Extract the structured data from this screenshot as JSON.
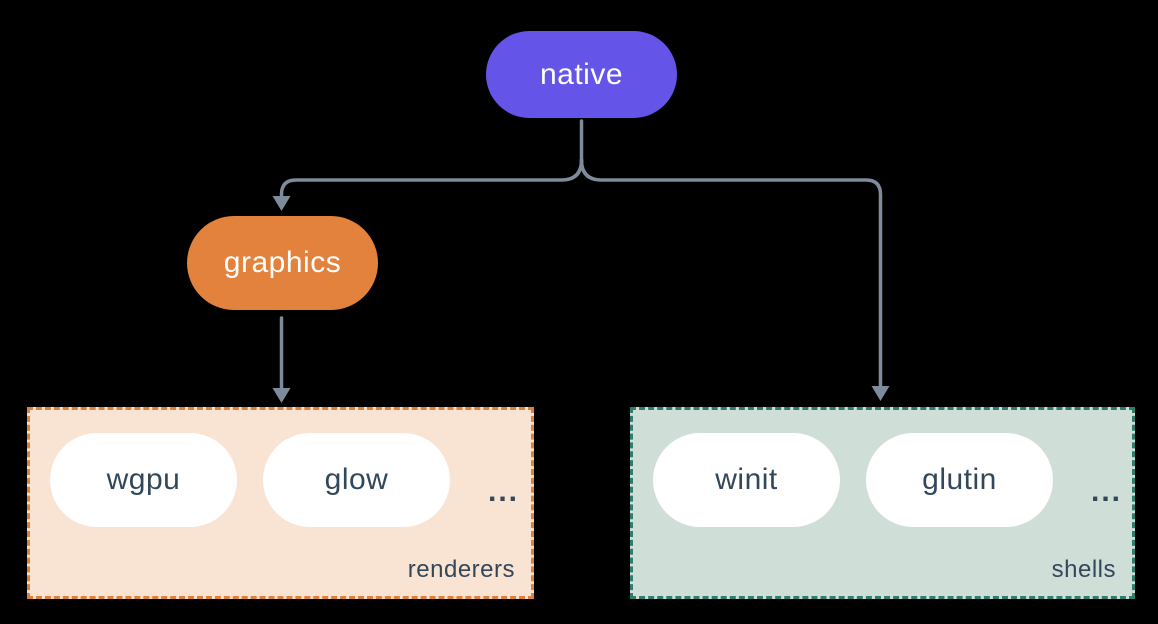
{
  "diagram": {
    "background_color": "#000000",
    "connector_color": "#7d8b9a",
    "nodes": {
      "native": {
        "label": "native",
        "fill": "#6554e8",
        "text_color": "#ffffff"
      },
      "graphics": {
        "label": "graphics",
        "fill": "#e2823c",
        "text_color": "#ffffff"
      }
    },
    "groups": {
      "renderers": {
        "label": "renderers",
        "fill": "#f9e4d3",
        "border_color": "#e0813a",
        "label_color": "#32475a",
        "ellipsis": "...",
        "items": [
          {
            "label": "wgpu",
            "fill": "#ffffff",
            "text_color": "#32475a"
          },
          {
            "label": "glow",
            "fill": "#ffffff",
            "text_color": "#32475a"
          }
        ]
      },
      "shells": {
        "label": "shells",
        "fill": "#cfdfd8",
        "border_color": "#2f7d6d",
        "label_color": "#32475a",
        "ellipsis": "...",
        "items": [
          {
            "label": "winit",
            "fill": "#ffffff",
            "text_color": "#32475a"
          },
          {
            "label": "glutin",
            "fill": "#ffffff",
            "text_color": "#32475a"
          }
        ]
      }
    }
  }
}
